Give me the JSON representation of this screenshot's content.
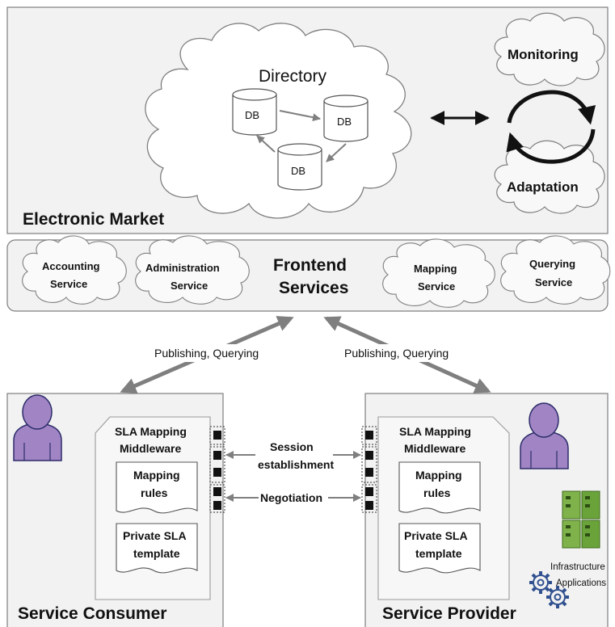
{
  "market": {
    "title": "Electronic Market",
    "directory_label": "Directory",
    "db_label": "DB",
    "monitoring_label": "Monitoring",
    "adaptation_label": "Adaptation"
  },
  "frontend": {
    "title_line1": "Frontend",
    "title_line2": "Services",
    "services": [
      {
        "line1": "Accounting",
        "line2": "Service"
      },
      {
        "line1": "Administration",
        "line2": "Service"
      },
      {
        "line1": "Mapping",
        "line2": "Service"
      },
      {
        "line1": "Querying",
        "line2": "Service"
      }
    ]
  },
  "links": {
    "left_label": "Publishing, Querying",
    "right_label": "Publishing, Querying",
    "session_line1": "Session",
    "session_line2": "establishment",
    "negotiation": "Negotiation"
  },
  "consumer": {
    "title": "Service Consumer",
    "middleware_line1": "SLA Mapping",
    "middleware_line2": "Middleware",
    "rules_line1": "Mapping",
    "rules_line2": "rules",
    "template_line1": "Private SLA",
    "template_line2": "template"
  },
  "provider": {
    "title": "Service Provider",
    "middleware_line1": "SLA Mapping",
    "middleware_line2": "Middleware",
    "rules_line1": "Mapping",
    "rules_line2": "rules",
    "template_line1": "Private SLA",
    "template_line2": "template",
    "infrastructure_label": "Infrastructure",
    "applications_label": "Applications"
  },
  "colors": {
    "panel_fill": "#f2f2f2",
    "panel_stroke": "#7f7f7f",
    "user_fill": "#a084c4",
    "server_fill": "#7fb24a",
    "arrow_gray": "#7f7f7f"
  }
}
